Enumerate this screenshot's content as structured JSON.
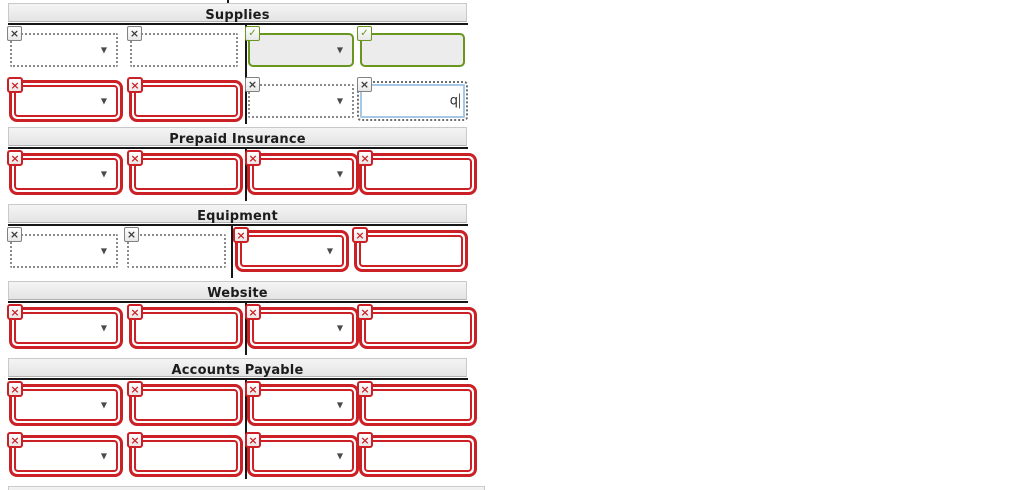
{
  "page": {
    "background": "#ffffff"
  },
  "colors": {
    "incorrect": "#cb2026",
    "correct": "#68961f",
    "unanswered_border": "#8a8a8a",
    "active_border": "#a7c7e7",
    "header_text": "#1c1c1c",
    "line": "#161616"
  },
  "glyphs": {
    "clear": "×",
    "check": "✓",
    "dropdown": "▼"
  },
  "sections": [
    {
      "title": "Supplies",
      "rows": [
        {
          "cells": [
            {
              "control": "select",
              "state": "unanswered",
              "value": ""
            },
            {
              "control": "input",
              "state": "unanswered",
              "value": ""
            },
            {
              "control": "select",
              "state": "correct",
              "value": ""
            },
            {
              "control": "input",
              "state": "correct",
              "value": ""
            }
          ]
        },
        {
          "cells": [
            {
              "control": "select",
              "state": "incorrect",
              "value": ""
            },
            {
              "control": "input",
              "state": "incorrect",
              "value": ""
            },
            {
              "control": "select",
              "state": "unanswered",
              "value": ""
            },
            {
              "control": "input",
              "state": "active",
              "value": "q"
            }
          ]
        }
      ]
    },
    {
      "title": "Prepaid Insurance",
      "rows": [
        {
          "cells": [
            {
              "control": "select",
              "state": "incorrect",
              "value": ""
            },
            {
              "control": "input",
              "state": "incorrect",
              "value": ""
            },
            {
              "control": "select",
              "state": "incorrect",
              "value": ""
            },
            {
              "control": "input",
              "state": "incorrect",
              "value": ""
            }
          ]
        }
      ]
    },
    {
      "title": "Equipment",
      "divider_shift": true,
      "rows": [
        {
          "cells": [
            {
              "control": "select",
              "state": "unanswered",
              "value": ""
            },
            {
              "control": "input",
              "state": "unanswered",
              "value": ""
            },
            {
              "control": "select",
              "state": "incorrect",
              "value": ""
            },
            {
              "control": "input",
              "state": "incorrect",
              "value": ""
            }
          ]
        }
      ]
    },
    {
      "title": "Website",
      "rows": [
        {
          "cells": [
            {
              "control": "select",
              "state": "incorrect",
              "value": ""
            },
            {
              "control": "input",
              "state": "incorrect",
              "value": ""
            },
            {
              "control": "select",
              "state": "incorrect",
              "value": ""
            },
            {
              "control": "input",
              "state": "incorrect",
              "value": ""
            }
          ]
        }
      ]
    },
    {
      "title": "Accounts Payable",
      "rows": [
        {
          "cells": [
            {
              "control": "select",
              "state": "incorrect",
              "value": ""
            },
            {
              "control": "input",
              "state": "incorrect",
              "value": ""
            },
            {
              "control": "select",
              "state": "incorrect",
              "value": ""
            },
            {
              "control": "input",
              "state": "incorrect",
              "value": ""
            }
          ]
        },
        {
          "cells": [
            {
              "control": "select",
              "state": "incorrect",
              "value": ""
            },
            {
              "control": "input",
              "state": "incorrect",
              "value": ""
            },
            {
              "control": "select",
              "state": "incorrect",
              "value": ""
            },
            {
              "control": "input",
              "state": "incorrect",
              "value": ""
            }
          ]
        }
      ]
    }
  ]
}
